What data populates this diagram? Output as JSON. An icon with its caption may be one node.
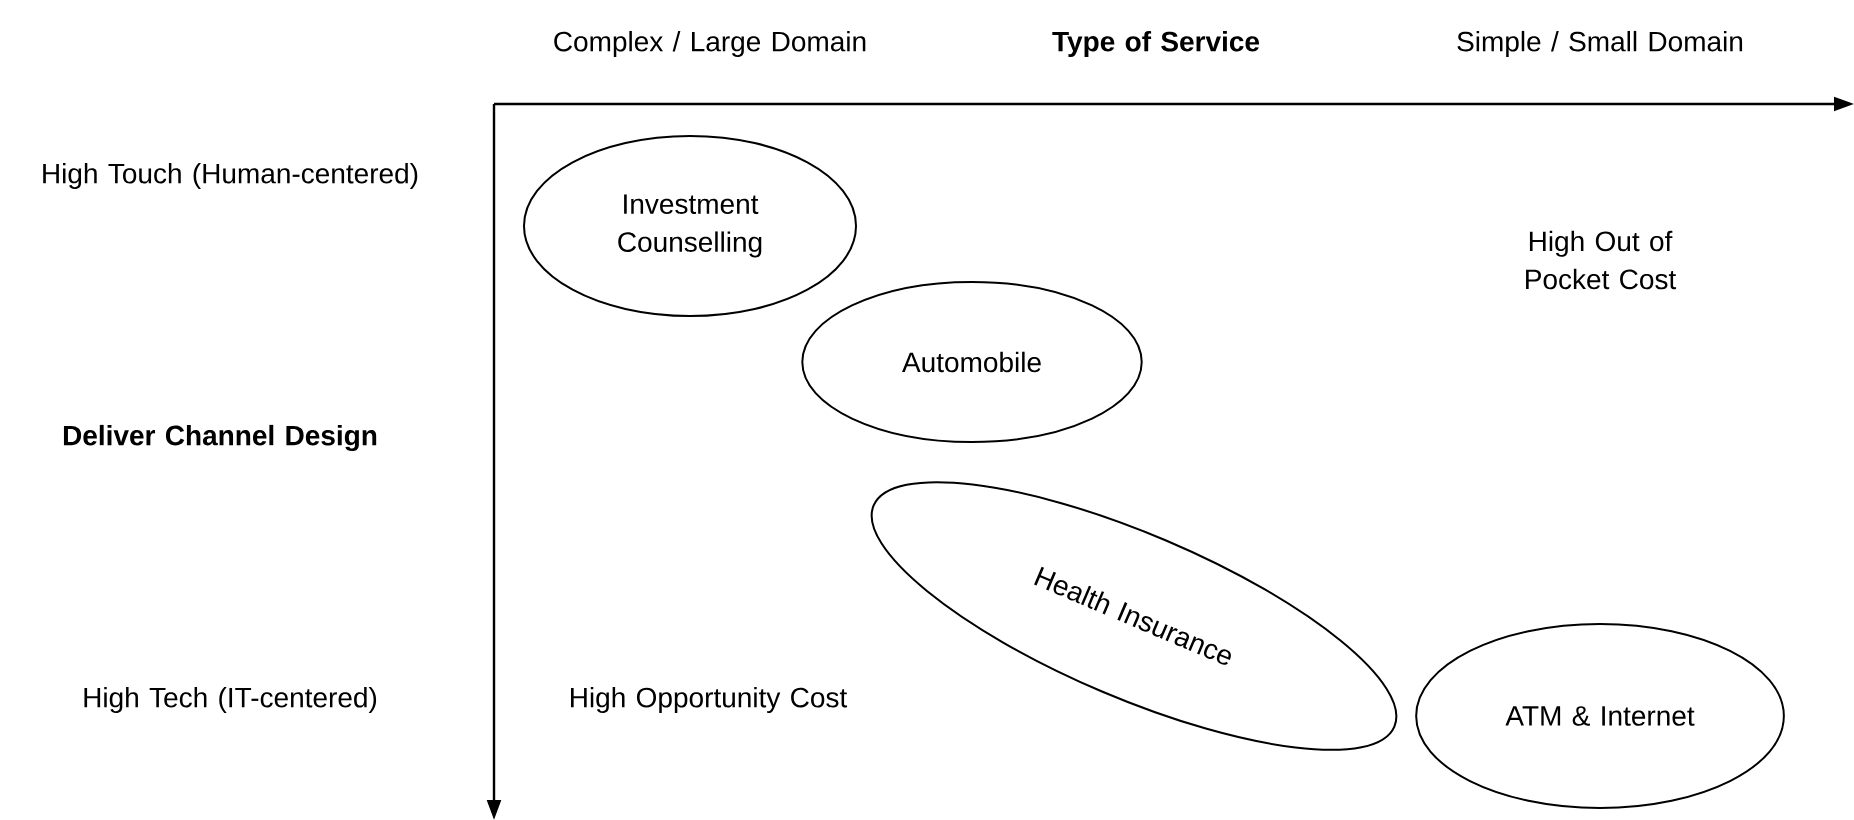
{
  "diagram": {
    "nodes": [
      {
        "text": [
          "Investment Counselling"
        ]
      },
      {
        "text": [
          "Automobile"
        ]
      },
      {
        "text": [
          "Health Insurance"
        ]
      },
      {
        "text": [
          "ATM & Internet"
        ]
      }
    ],
    "labels": [
      "Complex / Large Domain",
      "Type of Service",
      "Simple / Small Domain",
      "High Touch (Human-centered)",
      "High Out of Pocket Cost",
      "Deliver Channel Design",
      "High Tech (IT-centered)",
      "High Opportunity Cost"
    ]
  }
}
